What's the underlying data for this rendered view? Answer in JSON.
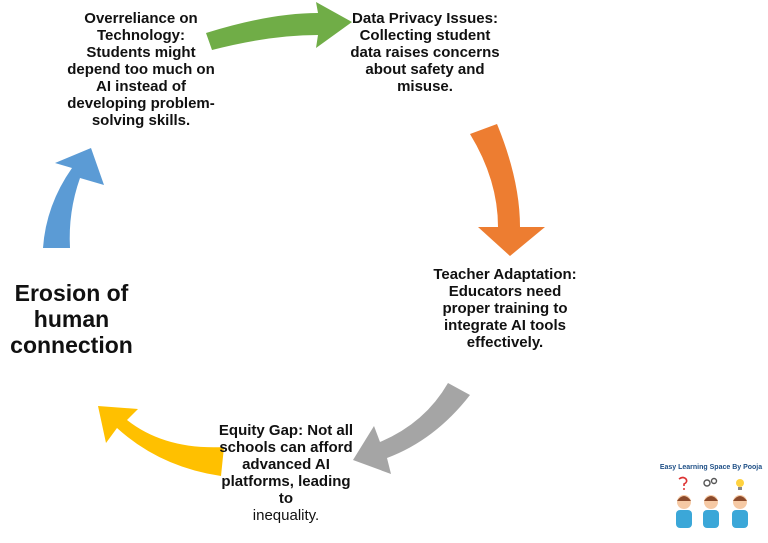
{
  "nodes": {
    "overreliance": "Overreliance on Technology: Students might depend too much on AI instead of developing problem-solving skills.",
    "privacy": "Data Privacy Issues: Collecting student data raises concerns about safety and misuse.",
    "teacher": "Teacher Adaptation: Educators need proper training to integrate AI tools effectively.",
    "equity_main": "Equity Gap: Not all schools can afford advanced AI platforms, leading to",
    "equity_tail": "inequality.",
    "erosion": "Erosion of human connection"
  },
  "branding": {
    "text": "Easy Learning Space By Pooja"
  },
  "colors": {
    "green": "#70ad47",
    "orange": "#ed7d31",
    "gray": "#a5a5a5",
    "yellow": "#ffc000",
    "blue": "#5b9bd5"
  }
}
